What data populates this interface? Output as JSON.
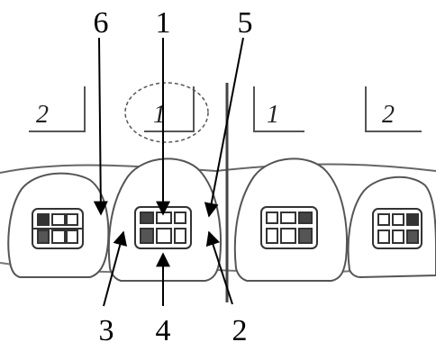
{
  "tooth_numbers": [
    {
      "id": "upper-right-2",
      "text": "2"
    },
    {
      "id": "upper-right-1",
      "text": "1"
    },
    {
      "id": "upper-left-1",
      "text": "1"
    },
    {
      "id": "upper-left-2",
      "text": "2"
    }
  ],
  "callouts": [
    {
      "id": "callout-1",
      "text": "1"
    },
    {
      "id": "callout-2",
      "text": "2"
    },
    {
      "id": "callout-3",
      "text": "3"
    },
    {
      "id": "callout-4",
      "text": "4"
    },
    {
      "id": "callout-5",
      "text": "5"
    },
    {
      "id": "callout-6",
      "text": "6"
    }
  ]
}
